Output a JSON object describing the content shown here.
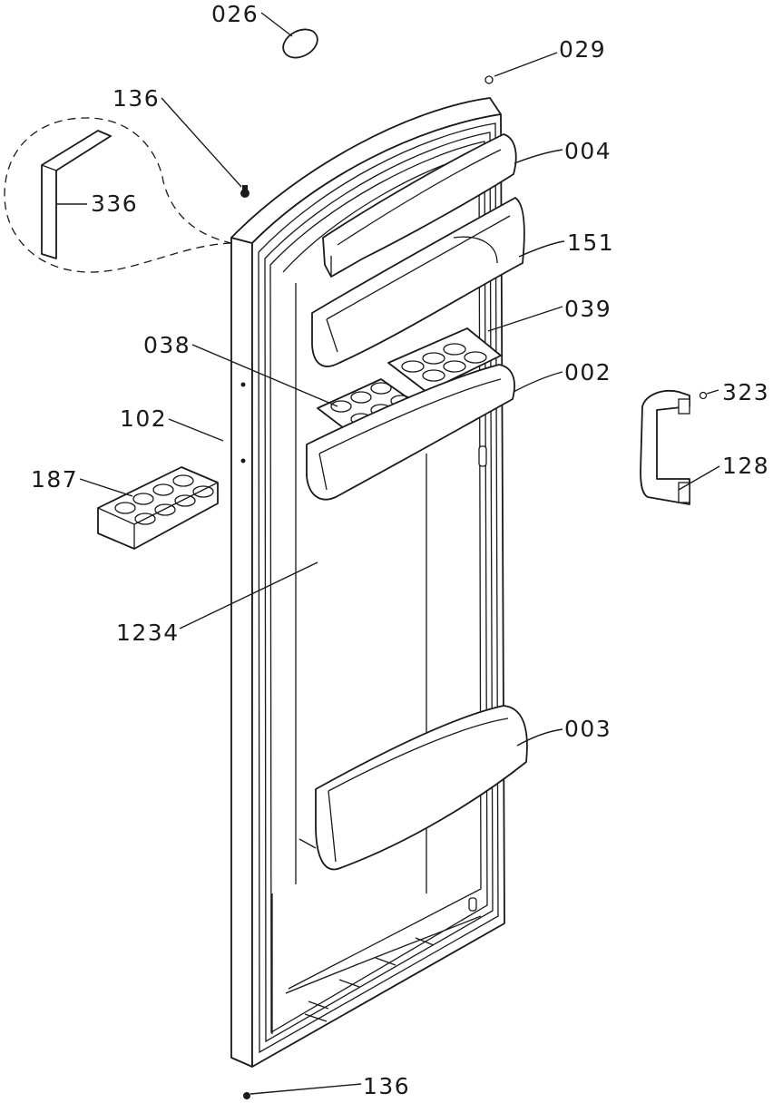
{
  "callouts": {
    "c026": "026",
    "c029": "029",
    "c136_top": "136",
    "c004": "004",
    "c336": "336",
    "c151": "151",
    "c039": "039",
    "c038": "038",
    "c002": "002",
    "c323": "323",
    "c102": "102",
    "c128": "128",
    "c187": "187",
    "c1234": "1234",
    "c003": "003",
    "c136_bottom": "136"
  }
}
